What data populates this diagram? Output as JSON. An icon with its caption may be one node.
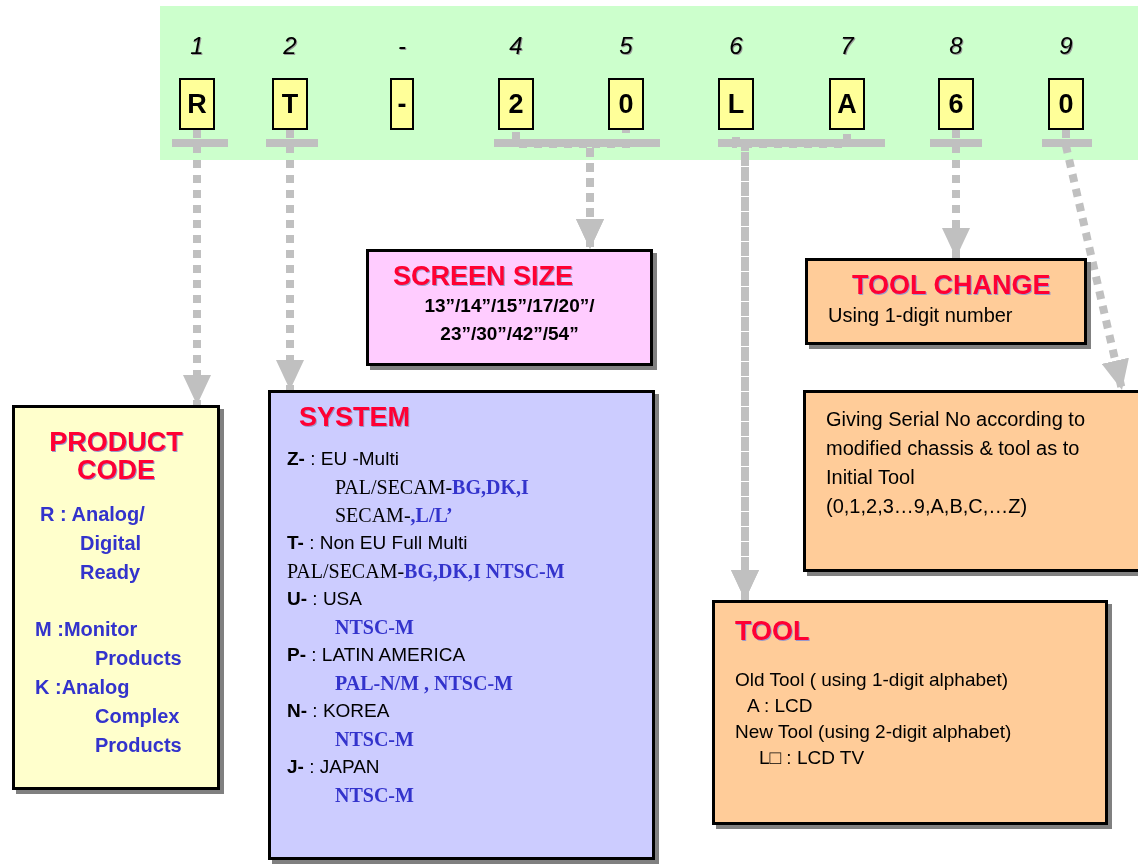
{
  "diagram": {
    "nodes": [
      {
        "text": [],
        "shape": "band"
      },
      {
        "text": [
          "R"
        ],
        "in": 0,
        "beside": [
          "1"
        ]
      },
      {
        "text": [
          "T"
        ],
        "in": 0,
        "beside": [
          "2"
        ]
      },
      {
        "text": [
          "-"
        ],
        "in": 0,
        "beside": [
          "-"
        ]
      },
      {
        "text": [
          "2"
        ],
        "in": 0,
        "beside": [
          "4"
        ]
      },
      {
        "text": [
          "0"
        ],
        "in": 0,
        "beside": [
          "5"
        ]
      },
      {
        "text": [
          "L"
        ],
        "in": 0,
        "beside": [
          "6"
        ]
      },
      {
        "text": [
          "A"
        ],
        "in": 0,
        "beside": [
          "7"
        ]
      },
      {
        "text": [
          "6"
        ],
        "in": 0,
        "beside": [
          "8"
        ]
      },
      {
        "text": [
          "0"
        ],
        "in": 0,
        "beside": [
          "9"
        ]
      },
      {
        "text": [
          "SCREEN SIZE",
          "13”/14”/15”/17/20”/ 23”/30”/42”/54”"
        ]
      },
      {
        "text": [
          "TOOL CHANGE",
          "Using 1-digit number"
        ]
      },
      {
        "text": [
          "PRODUCT CODE",
          "R : Analog/ Digital Ready",
          "M :Monitor Products",
          "K :Analog Complex Products"
        ]
      },
      {
        "text": [
          "SYSTEM",
          "**Z-** : EU -Multi",
          "PAL/SECAM-**BG,DK,I**",
          "SECAM-**,L/L’**",
          "**T-** : Non EU Full Multi",
          "PAL/SECAM-**BG,DK,I  NTSC-M**",
          "**U-** : USA",
          "NTSC-M",
          "**P-** : LATIN AMERICA",
          "PAL-N/M , NTSC-M",
          "**N-** : KOREA",
          "NTSC-M",
          "**J-** : JAPAN",
          "NTSC-M"
        ]
      },
      {
        "text": [
          "Giving Serial No according to modified chassis & tool as to Initial Tool",
          "(0,1,2,3…9,A,B,C,…Z)"
        ]
      },
      {
        "text": [
          "TOOL",
          "Old Tool ( using 1-digit alphabet)",
          "A : LCD",
          "New Tool (using 2-digit alphabet)",
          "L□ : LCD TV"
        ]
      }
    ],
    "edges": [
      {
        "from": 1,
        "to": 12,
        "arrow": "to"
      },
      {
        "from": 2,
        "to": 13,
        "arrow": "to"
      },
      {
        "from": 4,
        "to": 10,
        "arrow": "to"
      },
      {
        "from": 5,
        "to": 10,
        "arrow": "to"
      },
      {
        "from": 6,
        "to": 15,
        "arrow": "to"
      },
      {
        "from": 7,
        "to": 15,
        "arrow": "to"
      },
      {
        "from": 8,
        "to": 11,
        "arrow": "to"
      },
      {
        "from": 9,
        "to": 14,
        "arrow": "to"
      }
    ]
  }
}
